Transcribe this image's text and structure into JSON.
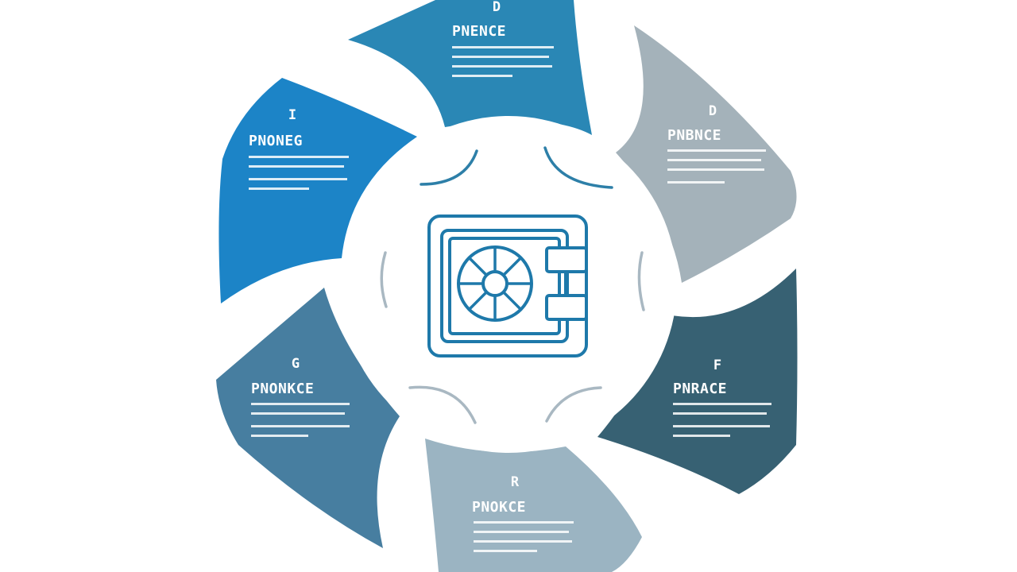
{
  "colors": {
    "background": "#ffffff",
    "segment_top": "#2a87b5",
    "segment_top_right": "#a4b2ba",
    "segment_bottom_right": "#376173",
    "segment_bottom": "#9bb4c2",
    "segment_bottom_left": "#477ea0",
    "segment_top_left": "#1c84c7",
    "safe_icon": "#1e79aa",
    "arc_accent": "#2d7fa8",
    "arc_grey": "#a9b8c2"
  },
  "center_icon": {
    "name": "safe-vault-icon"
  },
  "segments": [
    {
      "id": "top",
      "number": "D",
      "title": "PNENCE",
      "body_lines": 4
    },
    {
      "id": "top-right",
      "number": "D",
      "title": "PNBNCE",
      "body_lines": 4
    },
    {
      "id": "bottom-right",
      "number": "F",
      "title": "PNRACE",
      "body_lines": 4
    },
    {
      "id": "bottom",
      "number": "R",
      "title": "PNOKCE",
      "body_lines": 4
    },
    {
      "id": "bottom-left",
      "number": "G",
      "title": "PNONKCE",
      "body_lines": 4
    },
    {
      "id": "top-left",
      "number": "I",
      "title": "PNONEG",
      "body_lines": 4
    }
  ]
}
